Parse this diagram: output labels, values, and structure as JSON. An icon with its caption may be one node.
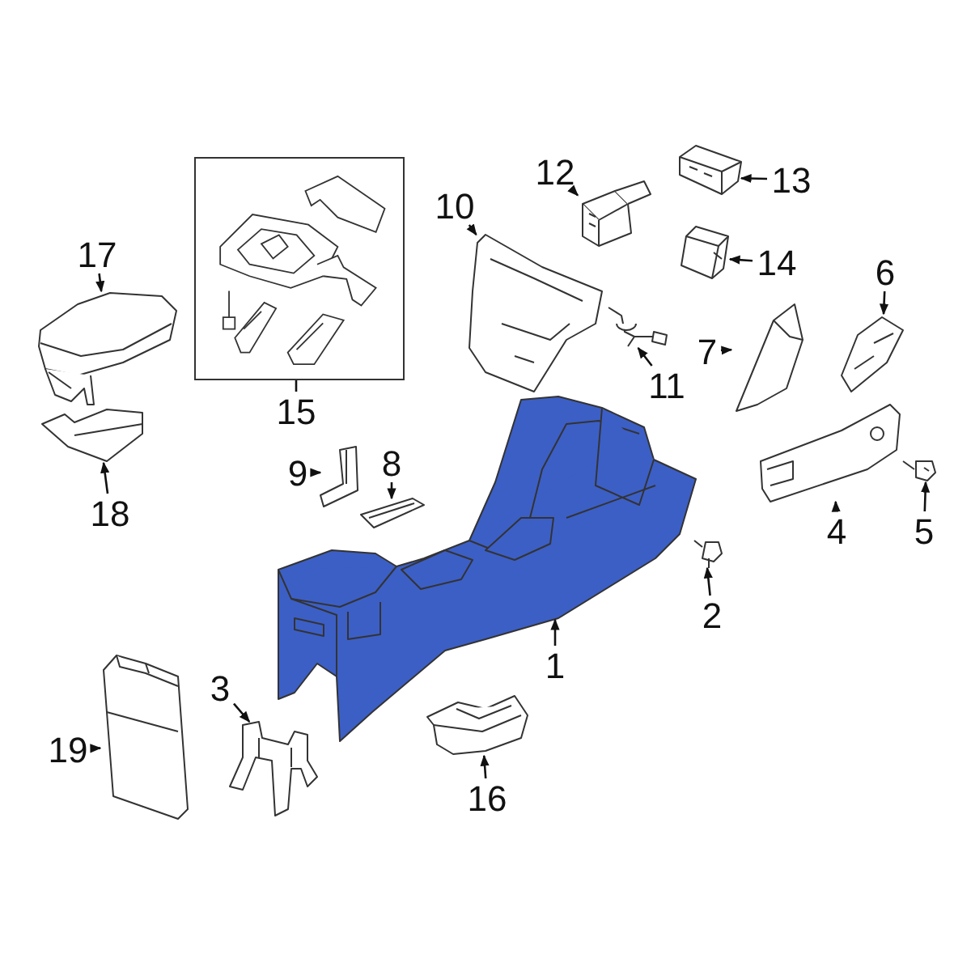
{
  "diagram": {
    "nodes": [
      {
        "text": [
          "1"
        ]
      },
      {
        "text": [
          "2"
        ]
      },
      {
        "text": [
          "3"
        ]
      },
      {
        "text": [
          "4"
        ]
      },
      {
        "text": [
          "5"
        ]
      },
      {
        "text": [
          "6"
        ]
      },
      {
        "text": [
          "7"
        ]
      },
      {
        "text": [
          "8"
        ]
      },
      {
        "text": [
          "9"
        ]
      },
      {
        "text": [
          "10"
        ]
      },
      {
        "text": [
          "11"
        ]
      },
      {
        "text": [
          "12"
        ]
      },
      {
        "text": [
          "13"
        ]
      },
      {
        "text": [
          "14"
        ]
      },
      {
        "text": [
          "15"
        ]
      },
      {
        "text": [
          "16"
        ]
      },
      {
        "text": [
          "17"
        ]
      },
      {
        "text": [
          "18"
        ]
      },
      {
        "text": [
          "19"
        ]
      },
      {
        "text": [],
        "shape": "picture"
      },
      {
        "text": [],
        "shape": "picture"
      },
      {
        "text": [],
        "shape": "picture"
      },
      {
        "text": [],
        "shape": "picture"
      },
      {
        "text": [],
        "shape": "picture"
      },
      {
        "text": [],
        "shape": "picture"
      },
      {
        "text": [],
        "shape": "picture"
      },
      {
        "text": [],
        "shape": "picture"
      },
      {
        "text": [],
        "shape": "picture"
      },
      {
        "text": [],
        "shape": "picture"
      },
      {
        "text": [],
        "shape": "picture"
      },
      {
        "text": [],
        "shape": "picture"
      },
      {
        "text": [],
        "shape": "picture"
      },
      {
        "text": [],
        "shape": "picture"
      },
      {
        "text": [],
        "shape": "box"
      },
      {
        "text": [],
        "shape": "picture"
      },
      {
        "text": [],
        "shape": "picture"
      },
      {
        "text": [],
        "shape": "picture"
      },
      {
        "text": [],
        "shape": "picture"
      }
    ],
    "edges": [
      {
        "from": 0,
        "to": 19,
        "arrow": "to"
      },
      {
        "from": 1,
        "to": 20,
        "arrow": "to"
      },
      {
        "from": 2,
        "to": 21,
        "arrow": "to"
      },
      {
        "from": 3,
        "to": 22,
        "arrow": "to"
      },
      {
        "from": 4,
        "to": 23,
        "arrow": "to"
      },
      {
        "from": 5,
        "to": 24,
        "arrow": "to"
      },
      {
        "from": 6,
        "to": 25,
        "arrow": "to"
      },
      {
        "from": 7,
        "to": 26,
        "arrow": "to"
      },
      {
        "from": 8,
        "to": 27,
        "arrow": "to"
      },
      {
        "from": 9,
        "to": 28,
        "arrow": "to"
      },
      {
        "from": 10,
        "to": 29,
        "arrow": "to"
      },
      {
        "from": 11,
        "to": 30,
        "arrow": "to"
      },
      {
        "from": 12,
        "to": 31,
        "arrow": "to"
      },
      {
        "from": 13,
        "to": 32,
        "arrow": "to"
      },
      {
        "from": 14,
        "to": 33,
        "arrow": "none"
      },
      {
        "from": 15,
        "to": 34,
        "arrow": "to"
      },
      {
        "from": 16,
        "to": 35,
        "arrow": "to"
      },
      {
        "from": 17,
        "to": 36,
        "arrow": "to"
      },
      {
        "from": 18,
        "to": 37,
        "arrow": "to"
      }
    ]
  }
}
